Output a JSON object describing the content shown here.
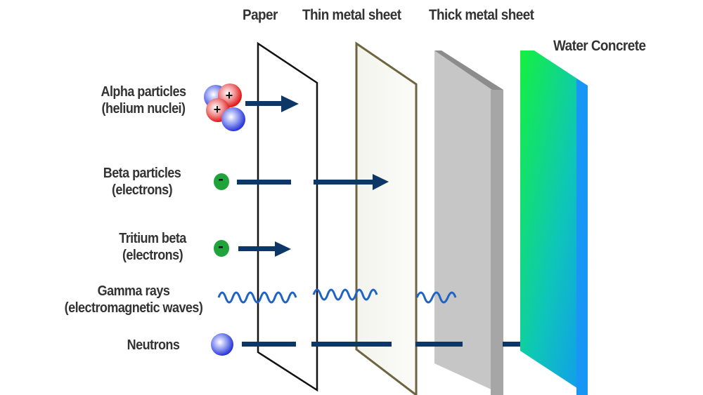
{
  "barriers": [
    {
      "name": "Paper"
    },
    {
      "name": "Thin metal sheet"
    },
    {
      "name": "Thick metal sheet"
    },
    {
      "name": "Water Concrete"
    }
  ],
  "radiation": [
    {
      "line1": "Alpha particles",
      "line2": "(helium nuclei)",
      "icon": "alpha-particle-icon",
      "penetrates_until": "Paper"
    },
    {
      "line1": "Beta particles",
      "line2": "(electrons)",
      "icon": "electron-icon",
      "charge": "-",
      "penetrates_until": "Thin metal sheet"
    },
    {
      "line1": "Tritium beta",
      "line2": "(electrons)",
      "icon": "electron-icon",
      "charge": "-",
      "penetrates_until": "Paper"
    },
    {
      "line1": "Gamma rays",
      "line2": "(electromagnetic waves)",
      "icon": "wave-icon",
      "penetrates_until": "Thick metal sheet"
    },
    {
      "line1": "Neutrons",
      "line2": "",
      "icon": "neutron-icon",
      "penetrates_until": "Water Concrete"
    }
  ],
  "symbols": {
    "plus": "+",
    "minus": "-"
  },
  "colors": {
    "arrow": "#0d3766",
    "wave": "#1f63c4",
    "electron": "#1fa33a",
    "proton": "#e02020",
    "neutron": "#2a3ee0",
    "thin_sheet": "#6e6540",
    "thick_sheet": "#c4c4c4",
    "concrete_green": "#1ef04a",
    "concrete_blue": "#1296f4"
  }
}
